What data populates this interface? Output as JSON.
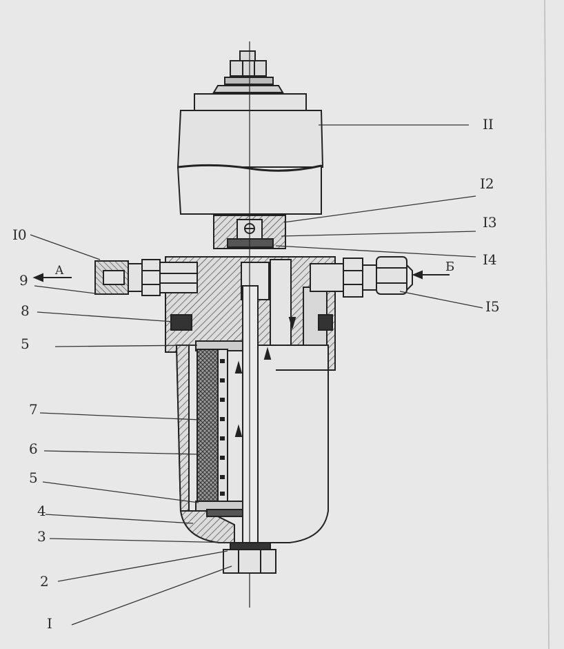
{
  "figure": {
    "callouts": {
      "c1": "I",
      "c2": "2",
      "c3": "3",
      "c4": "4",
      "c5_lower": "5",
      "c6": "6",
      "c7": "7",
      "c5_upper": "5",
      "c8": "8",
      "c9": "9",
      "c10": "I0",
      "c11": "II",
      "c12": "I2",
      "c13": "I3",
      "c14": "I4",
      "c15": "I5"
    },
    "flow_labels": {
      "outlet": "A",
      "inlet": "Б"
    }
  }
}
